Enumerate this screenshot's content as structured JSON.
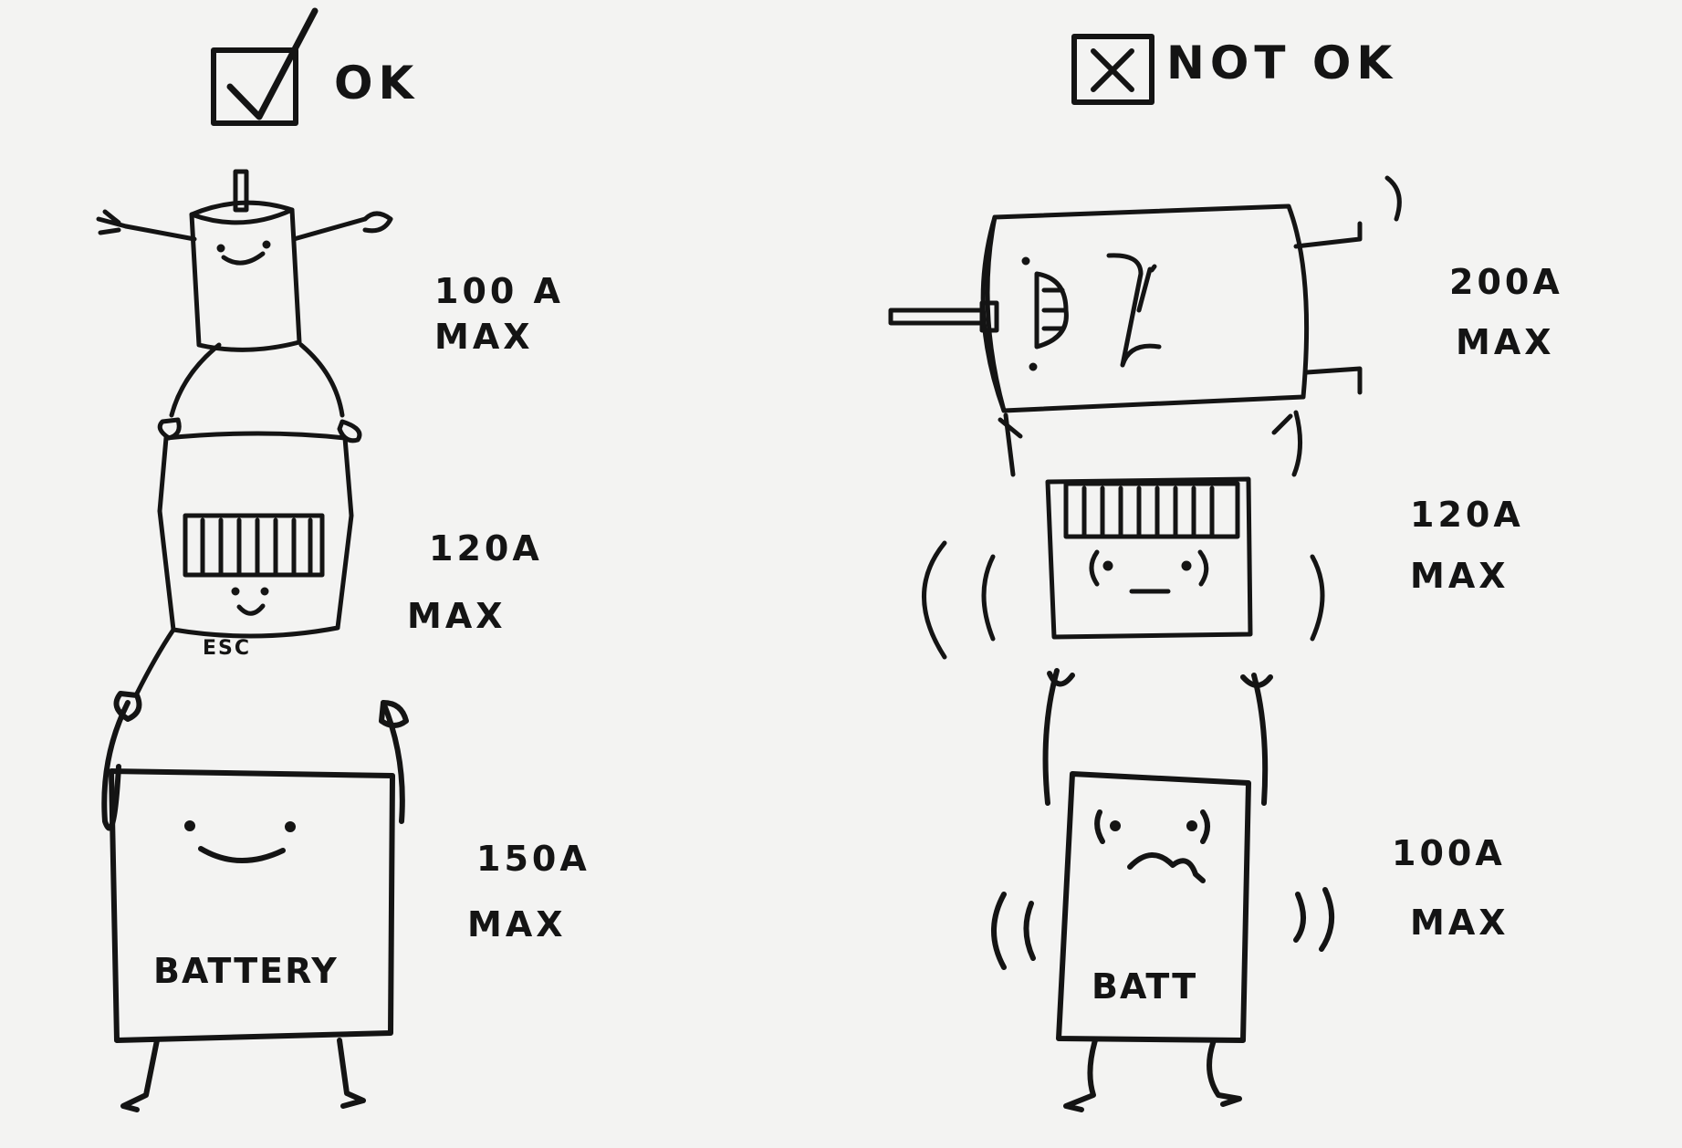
{
  "ok_panel": {
    "heading": "OK",
    "motor": {
      "current": "100 A",
      "unit": "MAX"
    },
    "esc": {
      "label": "ESC",
      "current": "120A",
      "unit": "MAX"
    },
    "battery": {
      "label": "BATTERY",
      "current": "150A",
      "unit": "MAX"
    }
  },
  "not_ok_panel": {
    "heading": "NOT OK",
    "motor": {
      "current": "200A",
      "unit": "MAX"
    },
    "esc": {
      "current": "120A",
      "unit": "MAX"
    },
    "battery": {
      "label": "BATT",
      "current": "100A",
      "unit": "MAX"
    }
  },
  "icons": [
    "check-box-icon",
    "x-box-icon",
    "motor-icon",
    "esc-icon",
    "battery-icon"
  ],
  "colors": {
    "ink": "#141414",
    "paper": "#f3f3f2"
  }
}
